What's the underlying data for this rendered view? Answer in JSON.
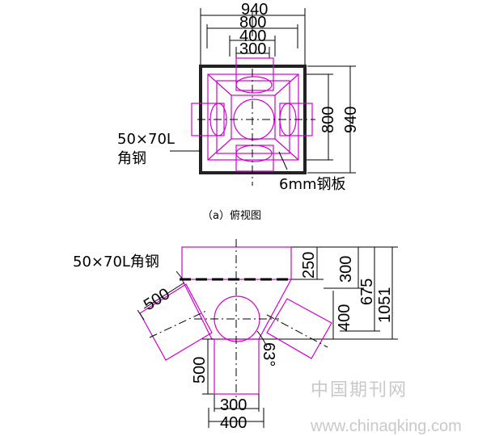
{
  "top_view": {
    "dims": {
      "w940": "940",
      "w800": "800",
      "w400": "400",
      "w300": "300",
      "h800": "800",
      "h940": "940"
    },
    "label_angle_line1": "50×70L",
    "label_angle_line2": "角钢",
    "label_plate": "6mm钢板",
    "caption": "（a）俯视图"
  },
  "side_view": {
    "label_angle": "50×70L角钢",
    "dims": {
      "d250": "250",
      "d300": "300",
      "d675": "675",
      "d1051": "1051",
      "d500_left": "500",
      "d400_right": "400",
      "d500_vert": "500",
      "angle63": "63°",
      "d300_bottom": "300",
      "d400_bottom": "400"
    }
  },
  "watermark": {
    "cn": "中国期刊网",
    "url": "www.chinaqking.com"
  },
  "colors": {
    "outline": "#d000d0",
    "lines": "#000000",
    "watermark": "#c9c9c9"
  }
}
